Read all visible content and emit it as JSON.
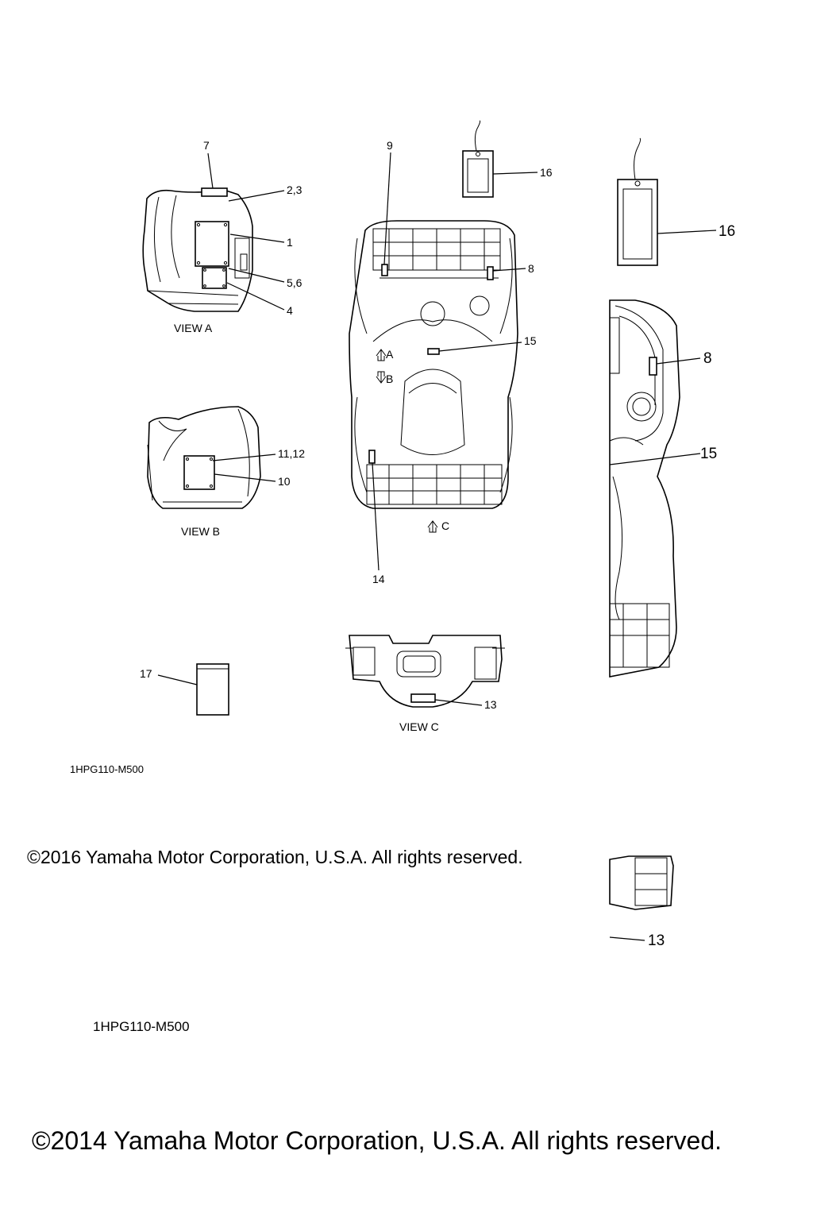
{
  "callouts": {
    "c1": "1",
    "c23": "2,3",
    "c4": "4",
    "c56": "5,6",
    "c7": "7",
    "c8": "8",
    "c9": "9",
    "c10": "10",
    "c1112": "11,12",
    "c13": "13",
    "c14": "14",
    "c15": "15",
    "c16": "16",
    "c17": "17"
  },
  "views": {
    "a": "VIEW A",
    "b": "VIEW B",
    "c": "VIEW C",
    "arrow_a": "A",
    "arrow_b": "B",
    "arrow_c": "C"
  },
  "zoom": {
    "c8": "8",
    "c13": "13",
    "c15": "15",
    "c16": "16"
  },
  "footer": {
    "code_small": "1HPG110-M500",
    "copyright_small": "©2016 Yamaha Motor Corporation, U.S.A. All rights reserved.",
    "code_large": "1HPG110-M500",
    "copyright_large": "©2014 Yamaha Motor Corporation, U.S.A. All rights reserved."
  }
}
